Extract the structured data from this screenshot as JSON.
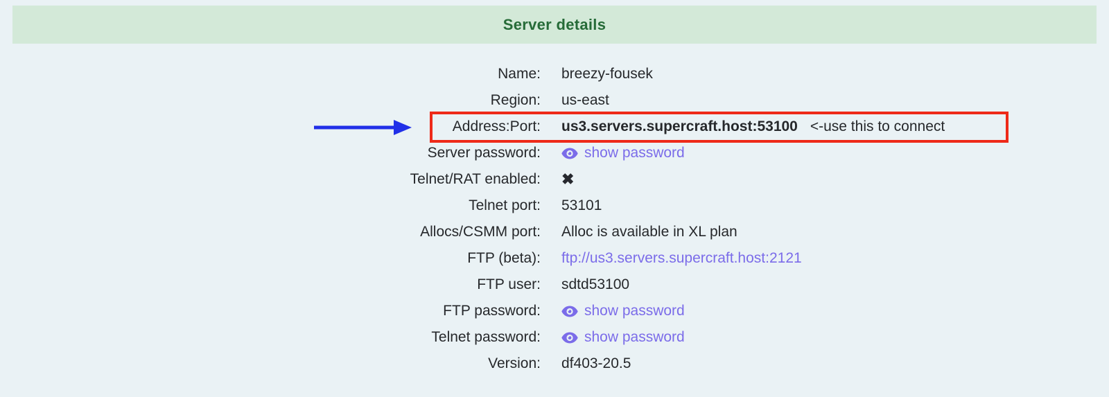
{
  "header": {
    "title": "Server details"
  },
  "colors": {
    "page_bg": "#eaf2f5",
    "header_bg": "#d3e9d8",
    "header_text": "#266b38",
    "body_text": "#26282b",
    "link_purple": "#7b6ce9",
    "arrow_blue": "#2130e8",
    "highlight_red": "#ee2a19"
  },
  "rows": [
    {
      "label": "Name:",
      "value": "breezy-fousek"
    },
    {
      "label": "Region:",
      "value": "us-east"
    },
    {
      "label": "Address:Port:",
      "value": "us3.servers.supercraft.host:53100",
      "note": "<-use this to connect"
    },
    {
      "label": "Server password:",
      "link": "show password",
      "icon": "eye-icon"
    },
    {
      "label": "Telnet/RAT enabled:",
      "value": "✖",
      "icon": "cross-icon"
    },
    {
      "label": "Telnet port:",
      "value": "53101"
    },
    {
      "label": "Allocs/CSMM port:",
      "value": "Alloc is available in XL plan"
    },
    {
      "label": "FTP (beta):",
      "link": "ftp://us3.servers.supercraft.host:2121"
    },
    {
      "label": "FTP user:",
      "value": "sdtd53100"
    },
    {
      "label": "FTP password:",
      "link": "show password",
      "icon": "eye-icon"
    },
    {
      "label": "Telnet password:",
      "link": "show password",
      "icon": "eye-icon"
    },
    {
      "label": "Version:",
      "value": "df403-20.5"
    }
  ]
}
